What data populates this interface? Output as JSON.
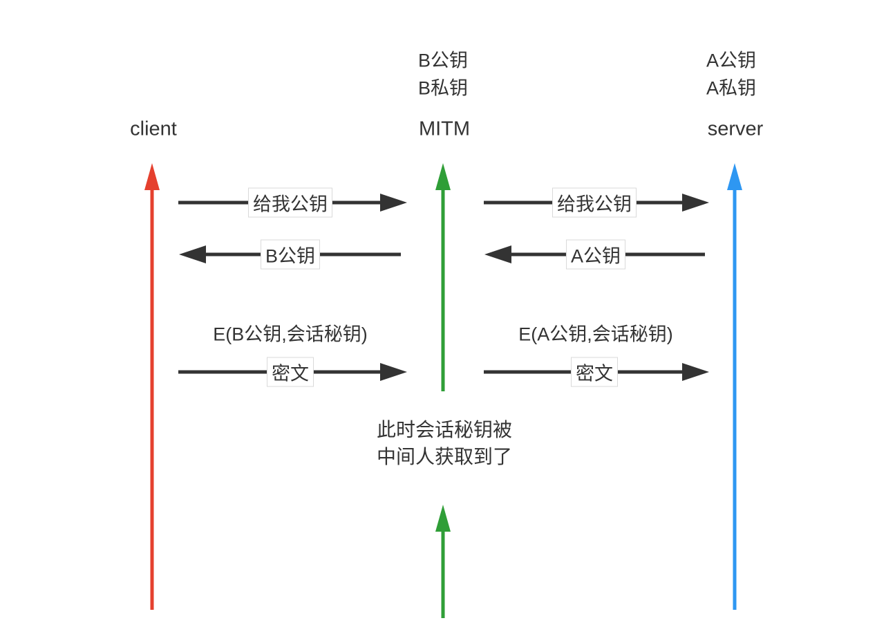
{
  "diagram": {
    "actors": {
      "client": {
        "label": "client"
      },
      "mitm": {
        "label": "MITM",
        "key_public": "B公钥",
        "key_private": "B私钥"
      },
      "server": {
        "label": "server",
        "key_public": "A公钥",
        "key_private": "A私钥"
      }
    },
    "messages": {
      "client_request_key": "给我公钥",
      "mitm_reply_key": "B公钥",
      "client_encrypt_note": "E(B公钥,会话秘钥)",
      "client_ciphertext": "密文",
      "mitm_request_key": "给我公钥",
      "server_reply_key": "A公钥",
      "mitm_encrypt_note": "E(A公钥,会话秘钥)",
      "mitm_ciphertext": "密文"
    },
    "note": {
      "line1": "此时会话秘钥被",
      "line2": "中间人获取到了"
    },
    "colors": {
      "client_arrow": "#e5402e",
      "mitm_arrow": "#2f9e37",
      "server_arrow": "#2e97f2",
      "message_arrow": "#333333",
      "text": "#333333"
    }
  }
}
